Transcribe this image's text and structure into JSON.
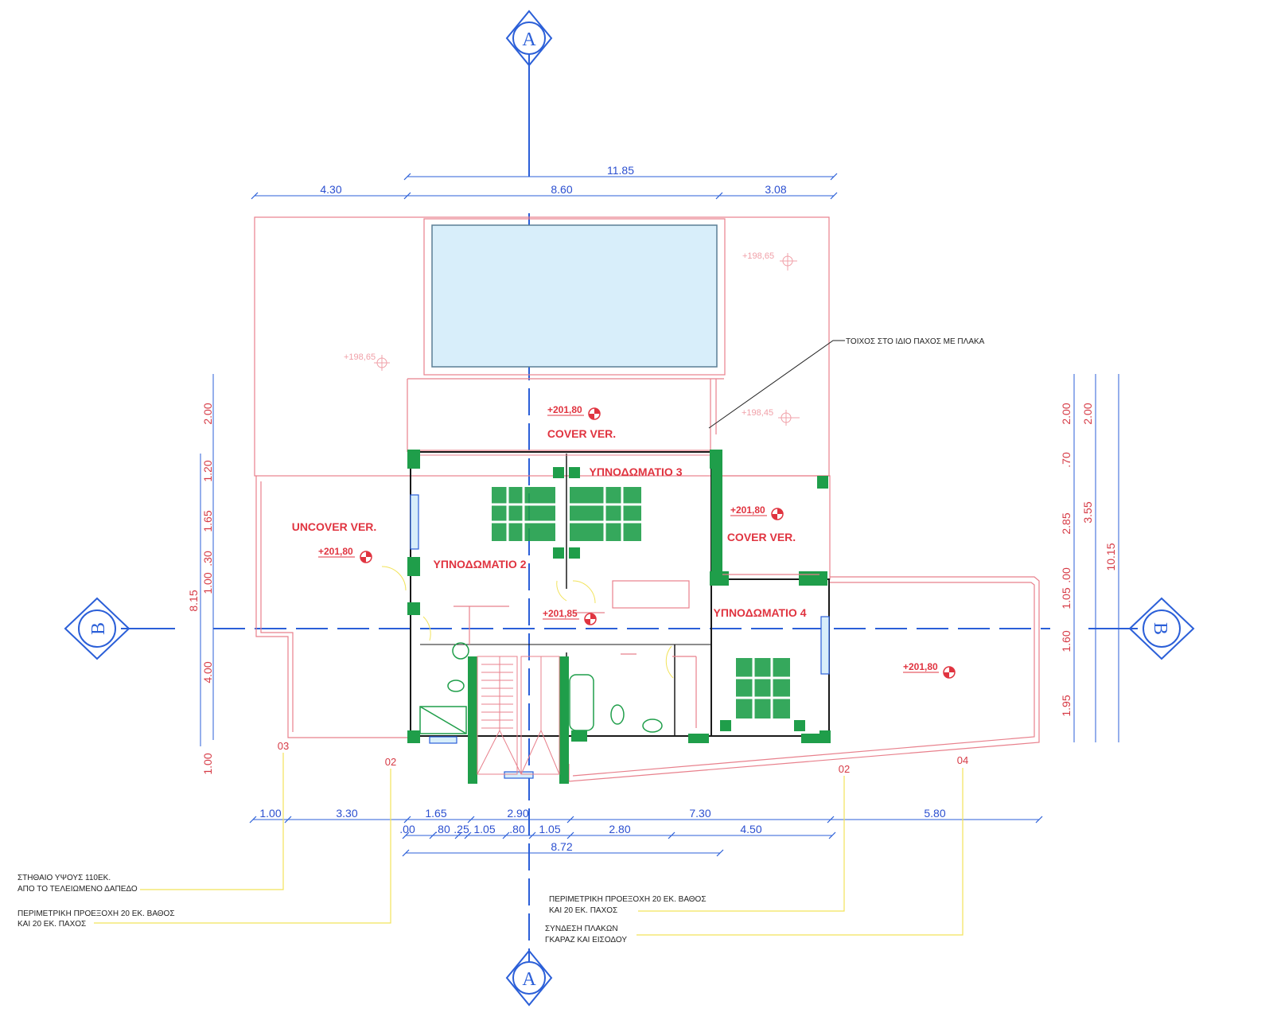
{
  "section_markers": {
    "a": "A",
    "b": "B"
  },
  "dimensions": {
    "top": [
      "11.85",
      "4.30",
      "8.60",
      "3.08"
    ],
    "bottom_row1": [
      "1.00",
      "3.30",
      "1.65",
      "2.90",
      "7.30",
      "5.80"
    ],
    "bottom_row2": [
      ".00",
      ".80",
      ".25",
      "1.05",
      ".80",
      "1.05",
      "2.80",
      "4.50"
    ],
    "bottom_row3": [
      "8.72"
    ],
    "left_col": [
      "2.00",
      "1.20",
      "1.65",
      ".30",
      "1.00",
      "4.00",
      "1.00"
    ],
    "left_total": "8.15",
    "right_col1": [
      "2.00",
      ".70",
      "2.85",
      ".00",
      "1.05",
      "1.60",
      "1.95"
    ],
    "right_col2": [
      "2.00",
      "3.55",
      "10.15"
    ]
  },
  "rooms": {
    "uncover_ver": "UNCOVER VER.",
    "cover_ver_top": "COVER VER.",
    "cover_ver_right": "COVER VER.",
    "bedroom_2": "ΥΠΝΟΔΩΜΑΤΙΟ 2",
    "bedroom_3": "ΥΠΝΟΔΩΜΑΤΙΟ 3",
    "bedroom_4": "ΥΠΝΟΔΩΜΑΤΙΟ 4"
  },
  "levels": {
    "l1": "+201,80",
    "l2": "+201,80",
    "l3": "+201,80",
    "l4": "+201,85",
    "l5": "+201,80",
    "f1": "+198,65",
    "f2": "+198,65",
    "f3": "+198,45"
  },
  "tags": {
    "t03": "03",
    "t02a": "02",
    "t02b": "02",
    "t04": "04"
  },
  "notes": {
    "wall_note": "ΤΟΙΧΟΣ ΣΤΟ ΙΔΙΟ ΠΑΧΟΣ ΜΕ ΠΛΑΚΑ",
    "parapet_1": "ΣΤΗΘΑΙΟ ΥΨΟΥΣ 110ΕΚ.",
    "parapet_2": "ΑΠΟ ΤΟ ΤΕΛΕΙΩΜΕΝΟ ΔΑΠΕΔΟ",
    "perim_left_1": "ΠΕΡΙΜΕΤΡΙΚΗ ΠΡΟΕΞΟΧΗ 20  ΕΚ.  ΒΑΘΟΣ",
    "perim_left_2": "ΚΑΙ 20  ΕΚ.  ΠΑΧΟΣ",
    "perim_right_1": "ΠΕΡΙΜΕΤΡΙΚΗ ΠΡΟΕΞΟΧΗ 20  ΕΚ.  ΒΑΘΟΣ",
    "perim_right_2": "ΚΑΙ 20  ΕΚ.  ΠΑΧΟΣ",
    "link_1": "ΣΥΝΔΕΣΗ ΠΛΑΚΩΝ",
    "link_2": "ΓΚΑΡΑΖ ΚΑΙ ΕΙΣΟΔΟΥ"
  },
  "colors": {
    "dimension": "#2b4fd0",
    "outline": "#e8808c",
    "wall": "#1f9e4a",
    "text_red": "#e03440",
    "pool": "#d8eefa",
    "leader": "#f2e35a"
  }
}
